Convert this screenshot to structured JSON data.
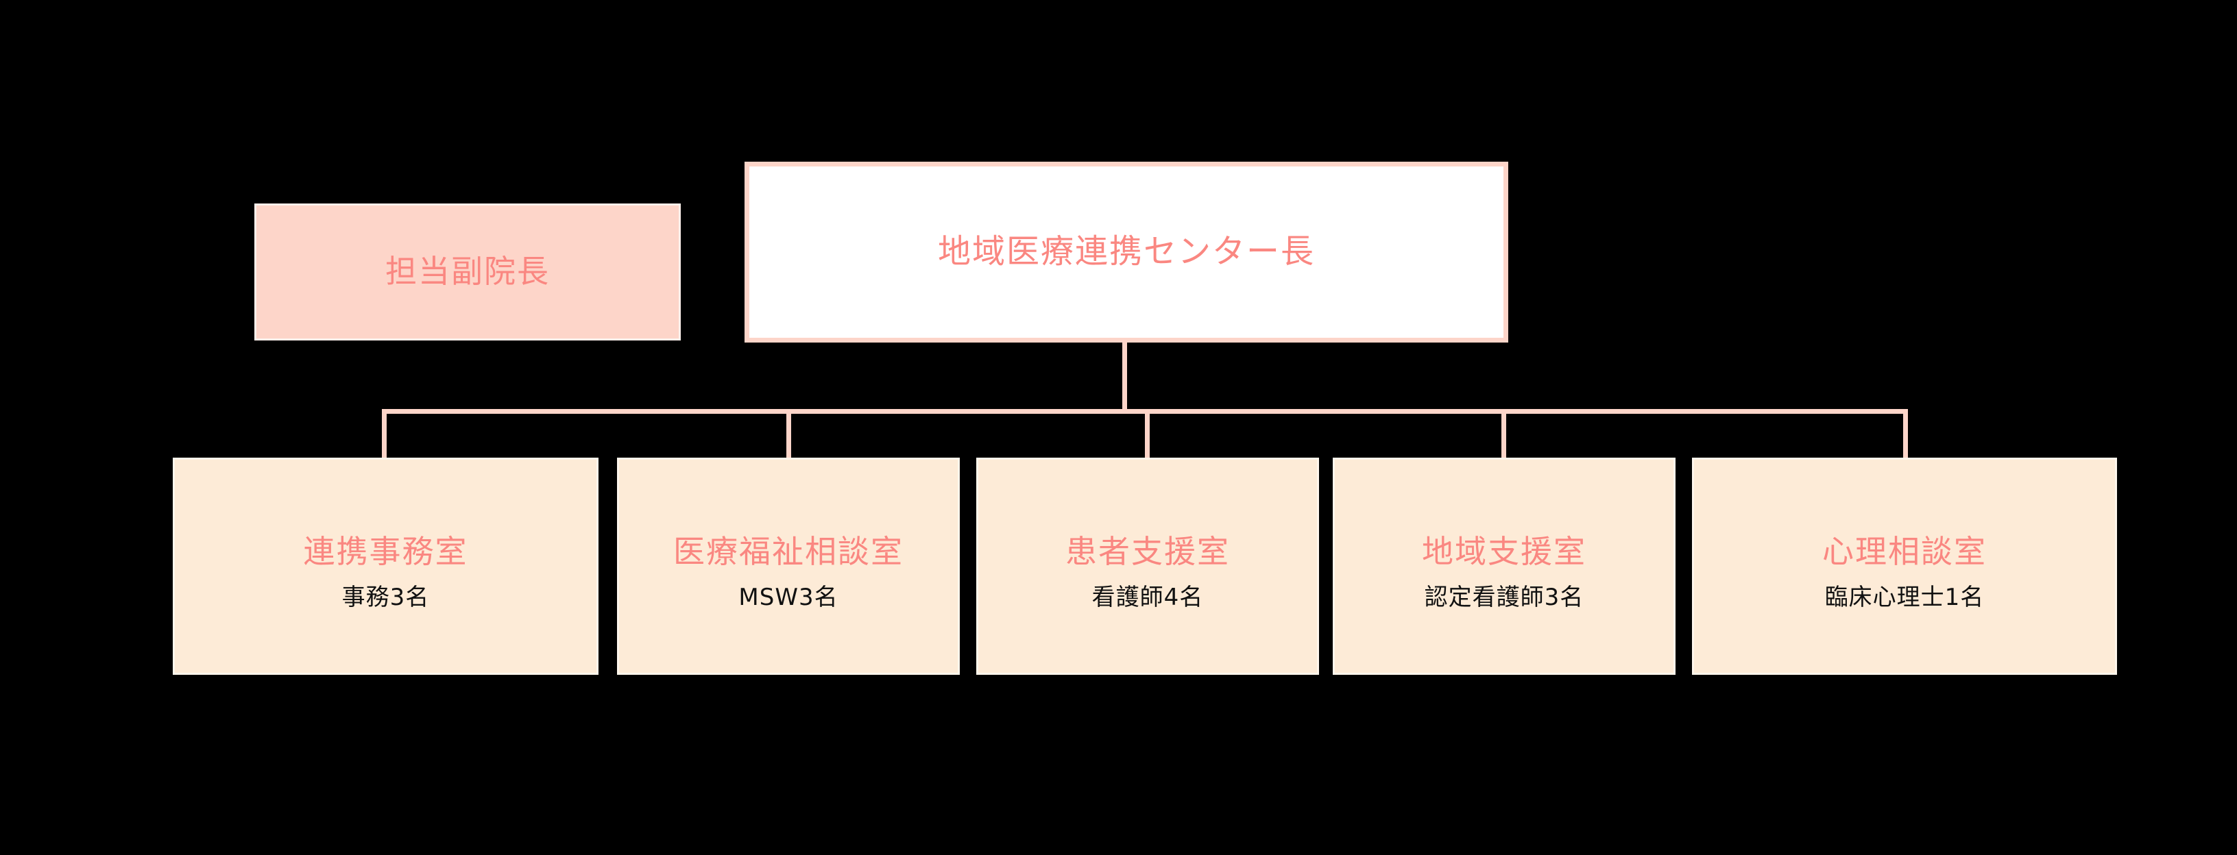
{
  "diagram": {
    "type": "organization-chart",
    "background_color": "#000000",
    "accent_color": "#FA8781",
    "connector_color": "#FDD5C9",
    "deputy": {
      "title": "担当副院長",
      "fill_color": "#FDD5C9",
      "border_color": "#FDF0EB"
    },
    "center": {
      "title": "地域医療連携センター長",
      "fill_color": "#FFFFFF",
      "border_color": "#FDD5C9"
    },
    "children": [
      {
        "title": "連携事務室",
        "staff": "事務3名",
        "fill_color": "#FDEBD7"
      },
      {
        "title": "医療福祉相談室",
        "staff": "MSW3名",
        "fill_color": "#FDEBD7"
      },
      {
        "title": "患者支援室",
        "staff": "看護師4名",
        "fill_color": "#FDEBD7"
      },
      {
        "title": "地域支援室",
        "staff": "認定看護師3名",
        "fill_color": "#FDEBD7"
      },
      {
        "title": "心理相談室",
        "staff": "臨床心理士1名",
        "fill_color": "#FDEBD7"
      }
    ]
  }
}
